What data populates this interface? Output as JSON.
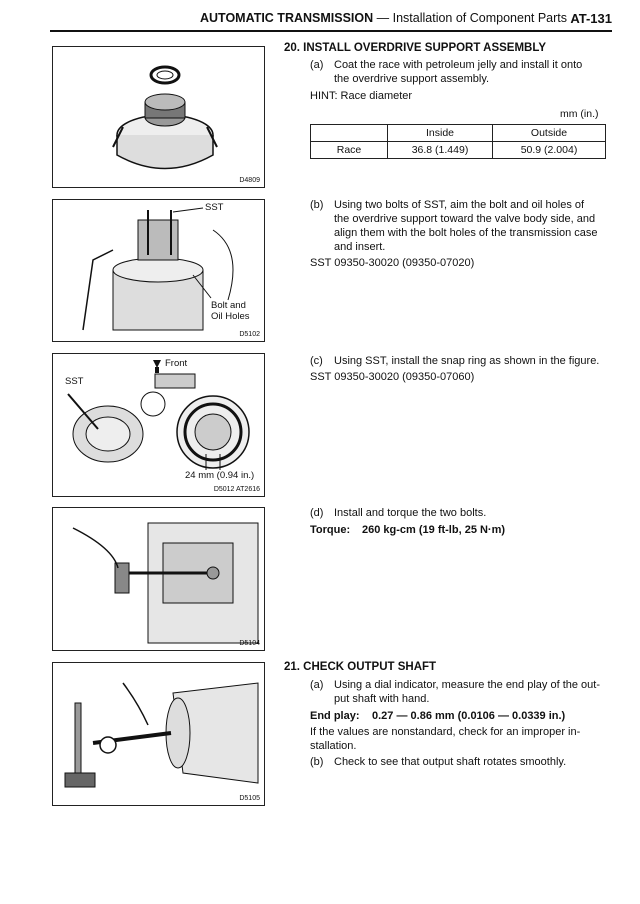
{
  "header": {
    "section": "AUTOMATIC TRANSMISSION",
    "dash": " — ",
    "subtitle": "Installation of Component Parts",
    "page": "AT-131"
  },
  "figures": [
    {
      "code": "D4809",
      "labels": []
    },
    {
      "code": "D5102",
      "labels": [
        "SST",
        "Bolt and",
        "Oil Holes"
      ]
    },
    {
      "code": "D5012 AT2616",
      "labels": [
        "Front",
        "SST",
        "24 mm (0.94 in.)"
      ]
    },
    {
      "code": "D5104",
      "labels": []
    },
    {
      "code": "D5105",
      "labels": []
    }
  ],
  "step20": {
    "heading": "20.  INSTALL OVERDRIVE SUPPORT ASSEMBLY",
    "a_marker": "(a)",
    "a_line1": "Coat the race with petroleum jelly and install it onto",
    "a_line2": "the overdrive support assembly.",
    "hint": "HINT:   Race diameter",
    "unit": "mm (in.)",
    "table": {
      "headers": [
        "",
        "Inside",
        "Outside"
      ],
      "rows": [
        [
          "Race",
          "36.8 (1.449)",
          "50.9 (2.004)"
        ]
      ]
    },
    "b_marker": "(b)",
    "b_line1": "Using two bolts of SST, aim the bolt and oil holes of",
    "b_line2": "the overdrive support toward the valve body side, and",
    "b_line3": "align them with the bolt holes of the transmission case",
    "b_line4": "and insert.",
    "b_sst": "SST  09350-30020 (09350-07020)",
    "c_marker": "(c)",
    "c_line1": "Using SST, install the snap ring as shown in the figure.",
    "c_sst": "SST  09350-30020 (09350-07060)",
    "d_marker": "(d)",
    "d_line1": "Install and torque the two bolts.",
    "d_torque_label": "Torque:",
    "d_torque_value": "260 kg-cm (19 ft-lb, 25 N·m)"
  },
  "step21": {
    "heading": "21.  CHECK OUTPUT SHAFT",
    "a_marker": "(a)",
    "a_line1": "Using a dial indicator, measure the end play of the out-",
    "a_line2": "put shaft with hand.",
    "endplay_label": "End play:",
    "endplay_value": "0.27 — 0.86 mm (0.0106 — 0.0339 in.)",
    "nonstd_line1": "If the values are nonstandard, check for an improper in-",
    "nonstd_line2": "stallation.",
    "b_marker": "(b)",
    "b_line1": "Check to see that output shaft rotates smoothly."
  }
}
